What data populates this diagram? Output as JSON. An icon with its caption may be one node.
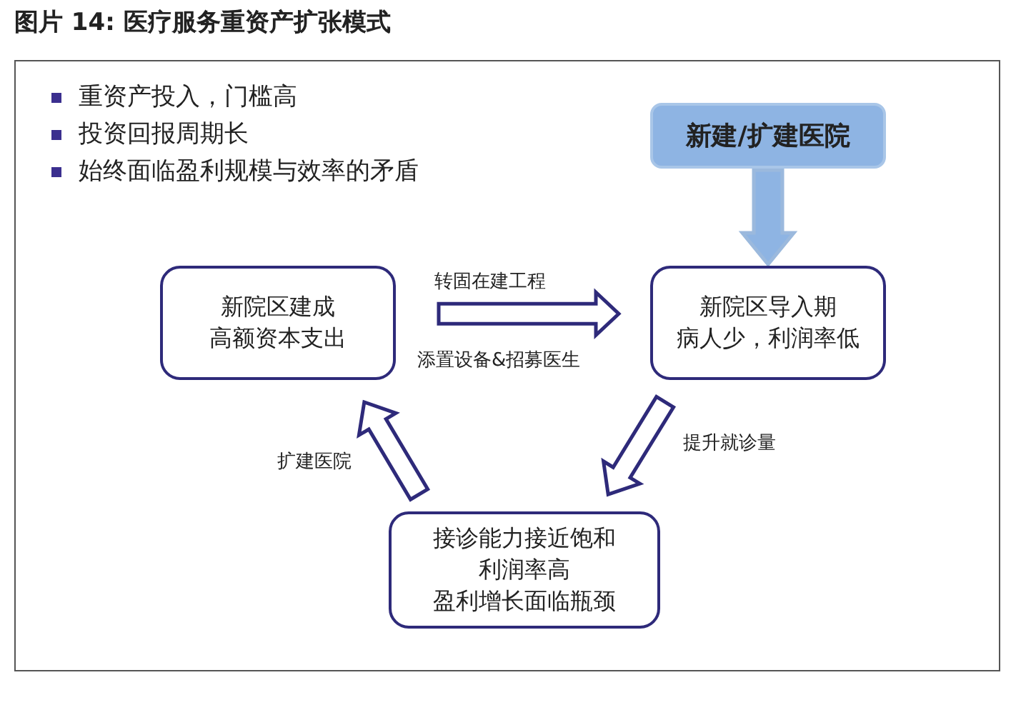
{
  "diagram": {
    "title": "图片 14: 医疗服务重资产扩张模式",
    "nodes": [
      {
        "text": [
          "新建/扩建医院"
        ]
      },
      {
        "text": [
          "新院区建成",
          "高额资本支出"
        ]
      },
      {
        "text": [
          "新院区导入期",
          "病人少，利润率低"
        ]
      },
      {
        "text": [
          "接诊能力接近饱和",
          "利润率高",
          "盈利增长面临瓶颈"
        ]
      }
    ],
    "edges": [
      {
        "from": 0,
        "to": 2,
        "arrow": "to",
        "color": "#8eb4e3"
      },
      {
        "from": 1,
        "to": 2,
        "arrow": "to",
        "label": "转固在建工程"
      },
      {
        "from": 2,
        "to": 3,
        "arrow": "to",
        "label": "提升就诊量"
      },
      {
        "from": 3,
        "to": 1,
        "arrow": "to",
        "label": "扩建医院"
      }
    ],
    "labels": [
      "重资产投入，门槛高",
      "投资回报周期长",
      "始终面临盈利规模与效率的矛盾",
      "添置设备&招募医生"
    ]
  }
}
